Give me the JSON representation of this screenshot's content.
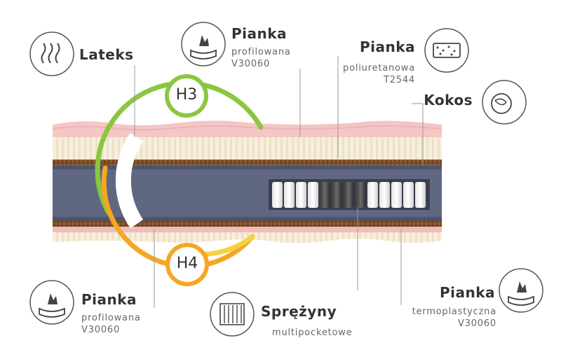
{
  "labels": {
    "lateks": {
      "title": "Lateks"
    },
    "pianka_top": {
      "title": "Pianka",
      "line1": "profilowana",
      "line2": "V30060"
    },
    "pianka_poly": {
      "title": "Pianka",
      "line1": "poliuretanowa",
      "line2": "T2544"
    },
    "kokos": {
      "title": "Kokos"
    },
    "pianka_bottom_left": {
      "title": "Pianka",
      "line1": "profilowana",
      "line2": "V30060"
    },
    "sprezyny": {
      "title": "Sprężyny",
      "line1": "multipocketowe"
    },
    "pianka_thermo": {
      "title": "Pianka",
      "line1": "termoplastyczna",
      "line2": "V30060"
    }
  },
  "hardness": {
    "top": "H3",
    "bottom": "H4"
  },
  "icons": {
    "lateks": "wavy-lines-icon",
    "pianka_top": "hand-pressing-foam-icon",
    "pianka_poly": "foam-block-icon",
    "kokos": "coconut-icon",
    "pianka_bottom_left": "hand-pressing-foam-icon",
    "sprezyny": "pocket-springs-icon",
    "pianka_thermo": "hand-pressing-foam-icon"
  },
  "colors": {
    "h3": "#8cc63f",
    "h4": "#f5a623",
    "core": "#5f6781",
    "coir": "#7a4f2a",
    "latex_pink": "#f4c6c6",
    "foam_cream": "#f5ecd6"
  }
}
